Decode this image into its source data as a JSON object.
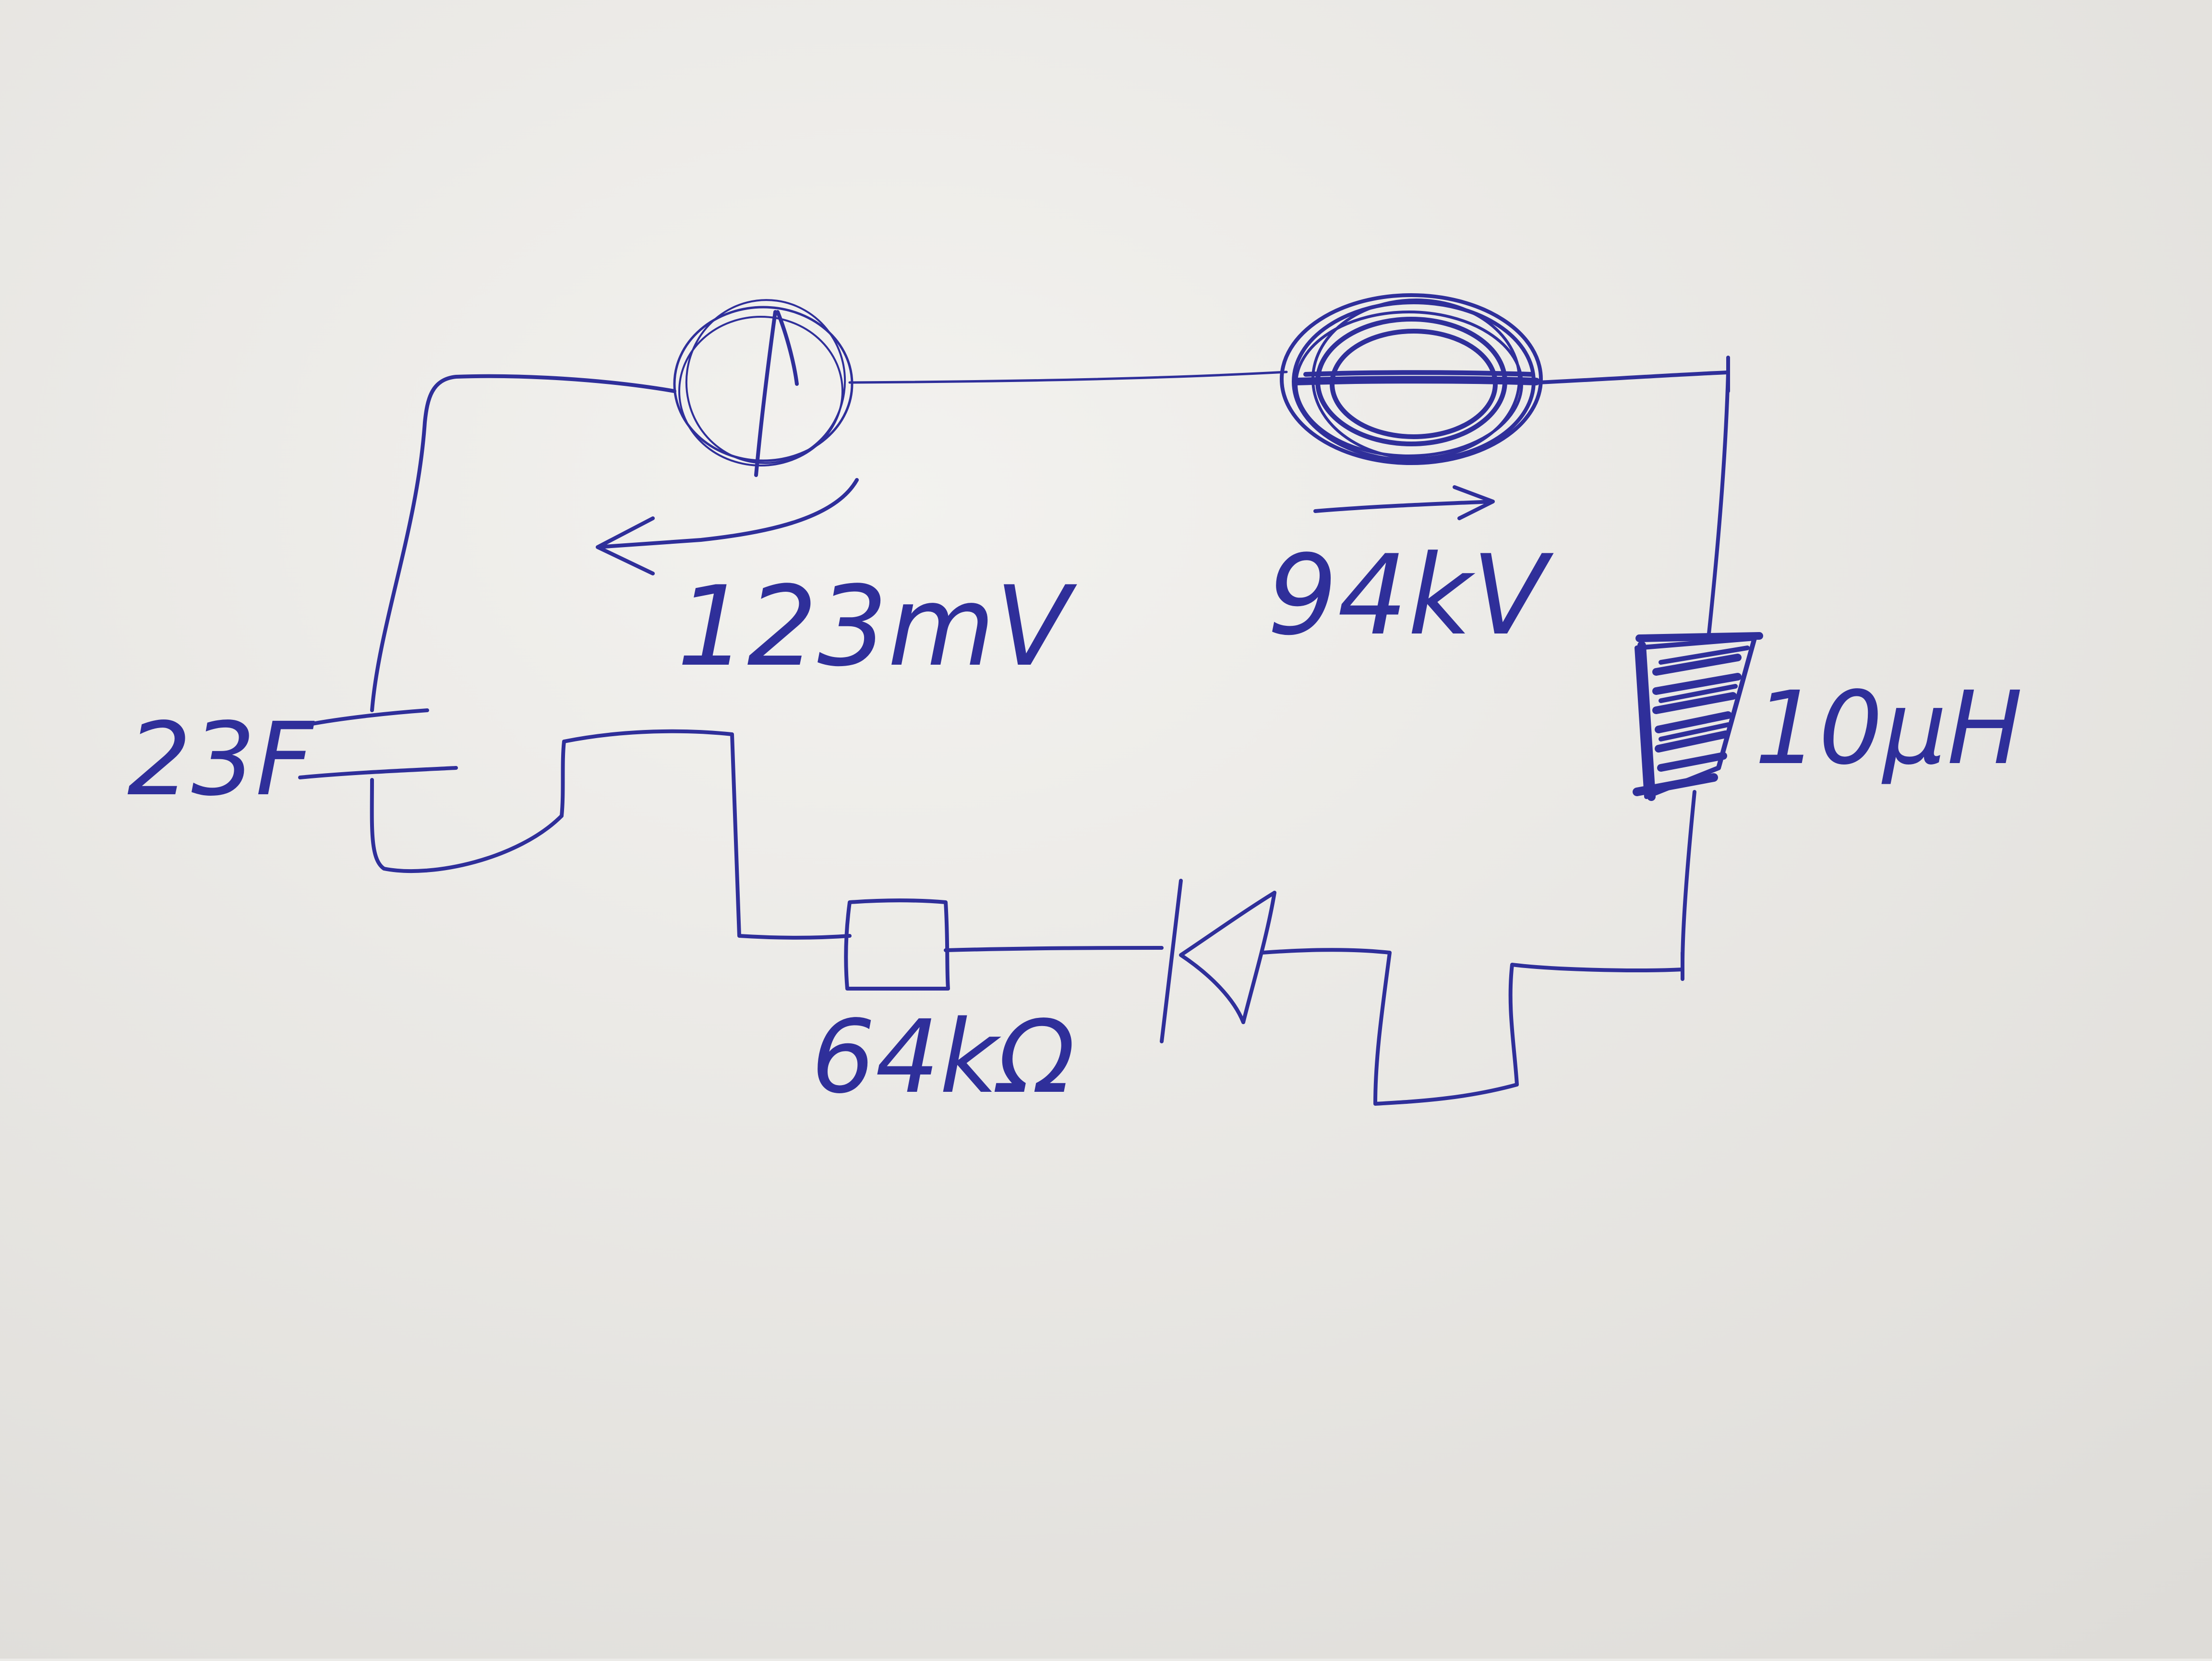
{
  "colors": {
    "ink": "#2f2f9a",
    "paper": "#efeeeb",
    "paper_shadow": "#dcdbd7"
  },
  "components": {
    "voltage_source_1": {
      "label": "123mV",
      "icon": "voltage-source-icon"
    },
    "voltage_source_2": {
      "label": "94kV",
      "icon": "voltage-source-icon"
    },
    "inductor": {
      "label": "10µH",
      "icon": "inductor-icon"
    },
    "capacitor": {
      "label": "23F",
      "icon": "capacitor-icon"
    },
    "resistor": {
      "label": "64kΩ",
      "icon": "resistor-icon"
    },
    "diode": {
      "icon": "diode-icon"
    }
  }
}
